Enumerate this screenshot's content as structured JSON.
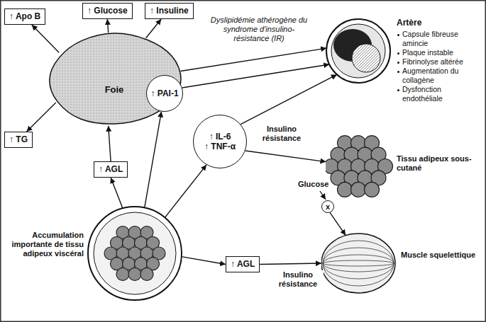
{
  "diagram": {
    "nodes": [
      {
        "text": [
          "↑ Apo B"
        ]
      },
      {
        "text": [
          "↑ Glucose"
        ]
      },
      {
        "text": [
          "↑ Insuline"
        ]
      },
      {
        "text": [
          "↑ TG"
        ]
      },
      {
        "text": [
          "Foie"
        ]
      },
      {
        "text": [
          "↑ PAI-1"
        ]
      },
      {
        "text": [
          "↑ AGL"
        ]
      },
      {
        "text": [
          "↑ IL-6",
          "↑ TNF-α"
        ]
      },
      {
        "text": [
          "Accumulation importante de tissu adipeux viscéral"
        ]
      },
      {
        "text": [
          "↑ AGL"
        ]
      },
      {
        "text": [
          "Artère",
          "Capsule fibreuse amincie",
          "Plaque instable",
          "Fibrinolyse altérée",
          "Augmentation du collagène",
          "Dysfonction endothéliale"
        ]
      },
      {
        "text": [
          "Tissu adipeux sous-cutané"
        ]
      },
      {
        "text": [
          "Muscle squelettique"
        ]
      },
      {
        "text": [
          "x"
        ]
      }
    ],
    "edges": [
      {
        "from": 4,
        "to": 0,
        "arrow": "to"
      },
      {
        "from": 4,
        "to": 1,
        "arrow": "to"
      },
      {
        "from": 4,
        "to": 2,
        "arrow": "to"
      },
      {
        "from": 4,
        "to": 3,
        "arrow": "to"
      },
      {
        "from": 8,
        "to": 6,
        "arrow": "to"
      },
      {
        "from": 6,
        "to": 4,
        "arrow": "to"
      },
      {
        "from": 8,
        "to": 5,
        "arrow": "to"
      },
      {
        "from": 5,
        "to": 10,
        "arrow": "to"
      },
      {
        "from": 8,
        "to": 7,
        "arrow": "to"
      },
      {
        "from": 7,
        "to": 10,
        "arrow": "to"
      },
      {
        "from": 7,
        "to": 11,
        "label": "Insulino résistance",
        "arrow": "to"
      },
      {
        "from": 8,
        "to": 9,
        "arrow": "to"
      },
      {
        "from": 9,
        "to": 12,
        "label": "Insulino résistance",
        "arrow": "to"
      },
      {
        "from": 4,
        "to": 10,
        "label": "Dyslipidémie athérogène du syndrome d'insulino-résistance (IR)",
        "arrow": "to"
      },
      {
        "from": 13,
        "to": 12,
        "arrow": "to"
      }
    ],
    "labels": [
      "Glucose"
    ]
  }
}
